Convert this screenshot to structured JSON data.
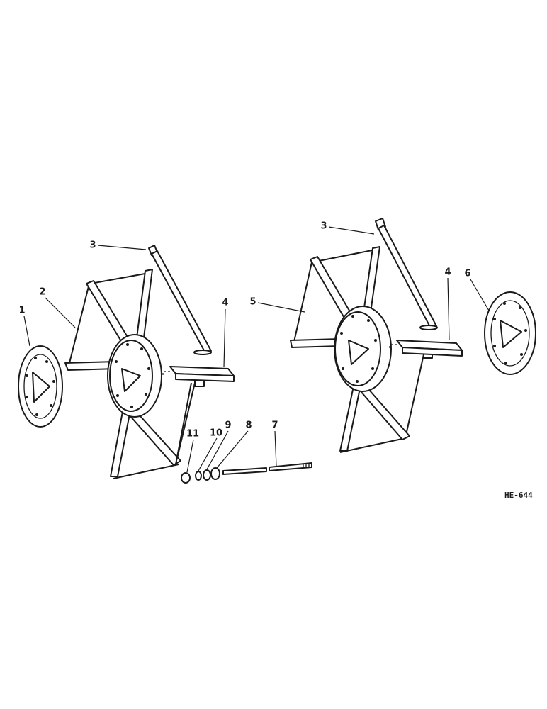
{
  "diagram": {
    "figure_code": "HE-644",
    "callouts": [
      {
        "id": "c1",
        "text": "1"
      },
      {
        "id": "c2",
        "text": "2"
      },
      {
        "id": "c3a",
        "text": "3"
      },
      {
        "id": "c4a",
        "text": "4"
      },
      {
        "id": "c5",
        "text": "5"
      },
      {
        "id": "c3b",
        "text": "3"
      },
      {
        "id": "c4b",
        "text": "4"
      },
      {
        "id": "c6",
        "text": "6"
      },
      {
        "id": "c7",
        "text": "7"
      },
      {
        "id": "c8",
        "text": "8"
      },
      {
        "id": "c9",
        "text": "9"
      },
      {
        "id": "c10",
        "text": "10"
      },
      {
        "id": "c11",
        "text": "11"
      }
    ]
  }
}
